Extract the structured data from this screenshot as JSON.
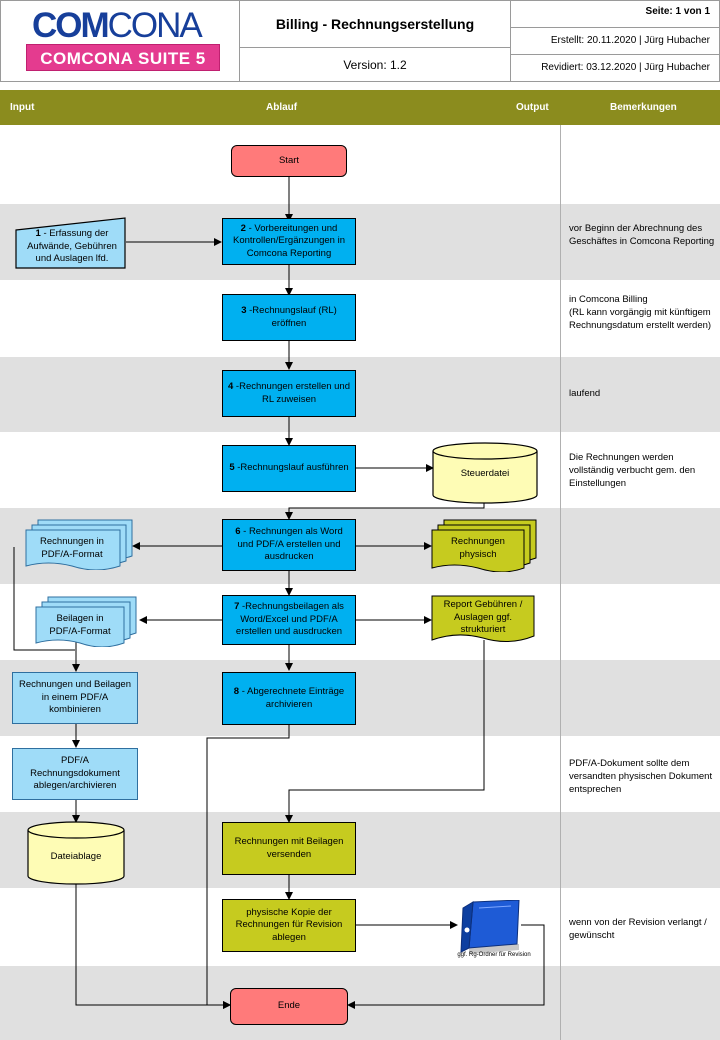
{
  "header": {
    "logo_line1_a": "COM",
    "logo_line1_b": "CONA",
    "logo_line2": "COMCONA SUITE 5",
    "title": "Billing - Rechnungserstellung",
    "version": "Version: 1.2",
    "page": "Seite: 1 von 1",
    "created": "Erstellt: 20.11.2020 | Jürg Hubacher",
    "revised": "Revidiert: 03.12.2020 | Jürg Hubacher"
  },
  "columns": {
    "input": "Input",
    "flow": "Ablauf",
    "output": "Output",
    "remarks": "Bemerkungen"
  },
  "nodes": {
    "start": "Start",
    "n1_num": "1",
    "n1": " - Erfassung der Aufwände, Gebühren und Auslagen lfd.",
    "n2_num": "2",
    "n2": " - Vorbereitungen und Kontrollen/Ergänzungen in Comcona Reporting",
    "n3_num": "3",
    "n3": " -Rechnungslauf (RL) eröffnen",
    "n4_num": "4",
    "n4": " -Rechnungen erstellen und RL zuweisen",
    "n5_num": "5",
    "n5": " -Rechnungslauf ausführen",
    "steuerdatei": "Steuerdatei",
    "n6_num": "6",
    "n6": " - Rechnungen als Word und PDF/A erstellen und ausdrucken",
    "rech_pdf": "Rechnungen in PDF/A-Format",
    "rech_phys": "Rechnungen physisch",
    "n7_num": "7",
    "n7": " -Rechnungsbeilagen als Word/Excel und PDF/A erstellen und ausdrucken",
    "beil_pdf": "Beilagen in PDF/A-Format",
    "report": "Report Gebühren / Auslagen ggf. strukturiert",
    "kombi": "Rechnungen und Beilagen in einem PDF/A kombinieren",
    "n8_num": "8",
    "n8": " - Abgerechnete Einträge archivieren",
    "pdfa_ablage": "PDF/A Rechnungsdokument ablegen/archivieren",
    "dateiablage": "Dateiablage",
    "versenden": "Rechnungen mit Beilagen versenden",
    "kopie": "physische Kopie der Rechnungen für Revision ablegen",
    "ordner_caption": "ggf. Rg-Ordner für Revision",
    "ende": "Ende"
  },
  "remarks": {
    "r2": "vor Beginn der Abrechnung des Geschäftes in Comcona Reporting",
    "r3a": "in Comcona Billing",
    "r3b": "(RL kann vorgängig mit künftigem Rechnungsdatum erstellt werden)",
    "r4": "laufend",
    "r5": "Die Rechnungen werden vollständig verbucht gem. den Einstellungen",
    "r9": "PDF/A-Dokument sollte dem versandten physischen Dokument entsprechen",
    "r12": "wenn von der Revision verlangt / gewünscht"
  },
  "colors": {
    "band": "#8b8c1e",
    "process": "#00b0f0",
    "input_doc": "#9fdcf8",
    "output_doc": "#c6cb1f",
    "terminal": "#ff7a7a",
    "lane_grey": "#e0e0e0",
    "logo_blue": "#173f9a",
    "logo_pink": "#e43b8f"
  },
  "icons": {
    "binder": "blue-binder-icon"
  }
}
